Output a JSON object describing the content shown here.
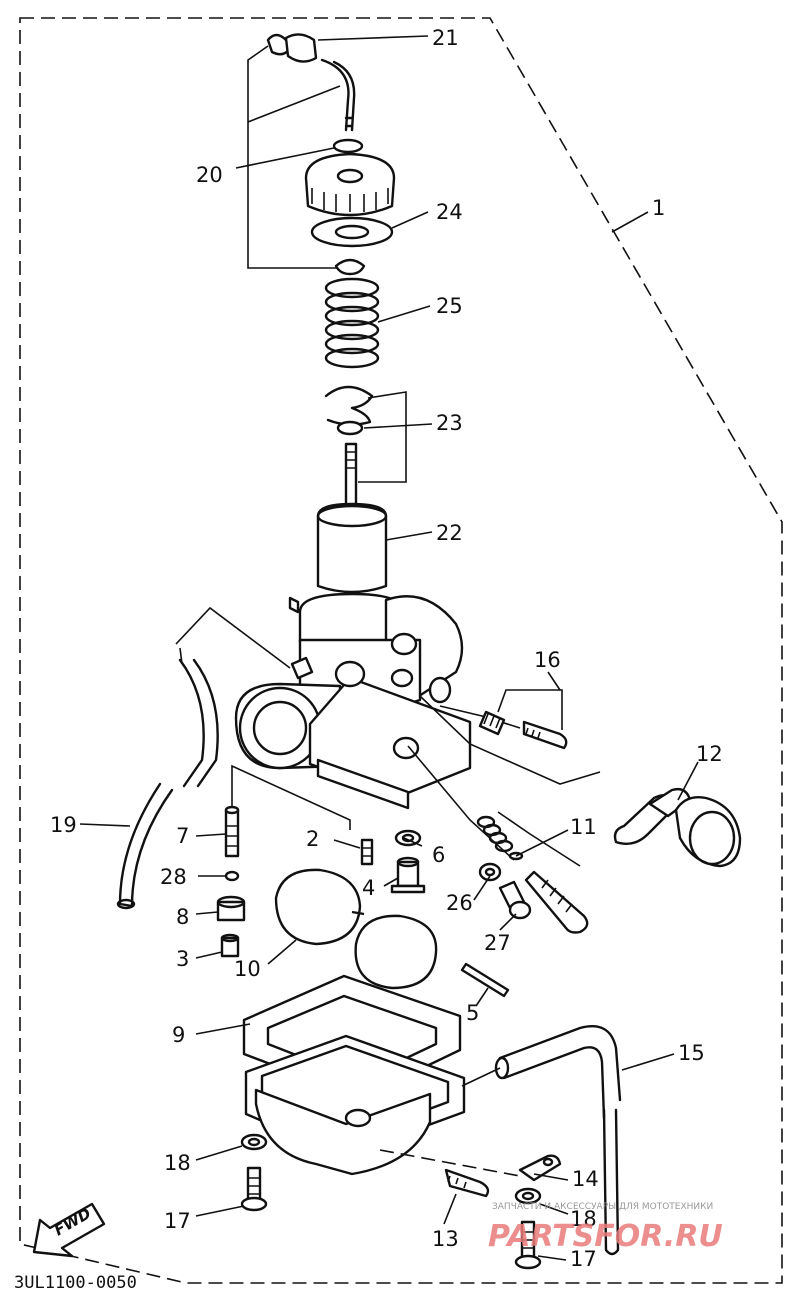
{
  "diagram": {
    "code": "3UL1100-0050",
    "direction_label": "FWD",
    "watermark_brand": "PARTSFOR.RU",
    "watermark_tagline": "ЗАПЧАСТИ И АКСЕССУАРЫ ДЛЯ МОТОТЕХНИКИ",
    "callouts": [
      {
        "id": "1",
        "label": "1"
      },
      {
        "id": "2",
        "label": "2"
      },
      {
        "id": "3",
        "label": "3"
      },
      {
        "id": "4",
        "label": "4"
      },
      {
        "id": "5",
        "label": "5"
      },
      {
        "id": "6",
        "label": "6"
      },
      {
        "id": "7",
        "label": "7"
      },
      {
        "id": "8",
        "label": "8"
      },
      {
        "id": "9",
        "label": "9"
      },
      {
        "id": "10",
        "label": "10"
      },
      {
        "id": "11",
        "label": "11"
      },
      {
        "id": "12",
        "label": "12"
      },
      {
        "id": "13",
        "label": "13"
      },
      {
        "id": "14",
        "label": "14"
      },
      {
        "id": "15",
        "label": "15"
      },
      {
        "id": "16",
        "label": "16"
      },
      {
        "id": "17a",
        "label": "17"
      },
      {
        "id": "17b",
        "label": "17"
      },
      {
        "id": "18a",
        "label": "18"
      },
      {
        "id": "18b",
        "label": "18"
      },
      {
        "id": "19",
        "label": "19"
      },
      {
        "id": "20",
        "label": "20"
      },
      {
        "id": "21",
        "label": "21"
      },
      {
        "id": "22",
        "label": "22"
      },
      {
        "id": "23",
        "label": "23"
      },
      {
        "id": "24",
        "label": "24"
      },
      {
        "id": "25",
        "label": "25"
      },
      {
        "id": "26",
        "label": "26"
      },
      {
        "id": "27",
        "label": "27"
      },
      {
        "id": "28",
        "label": "28"
      }
    ]
  }
}
